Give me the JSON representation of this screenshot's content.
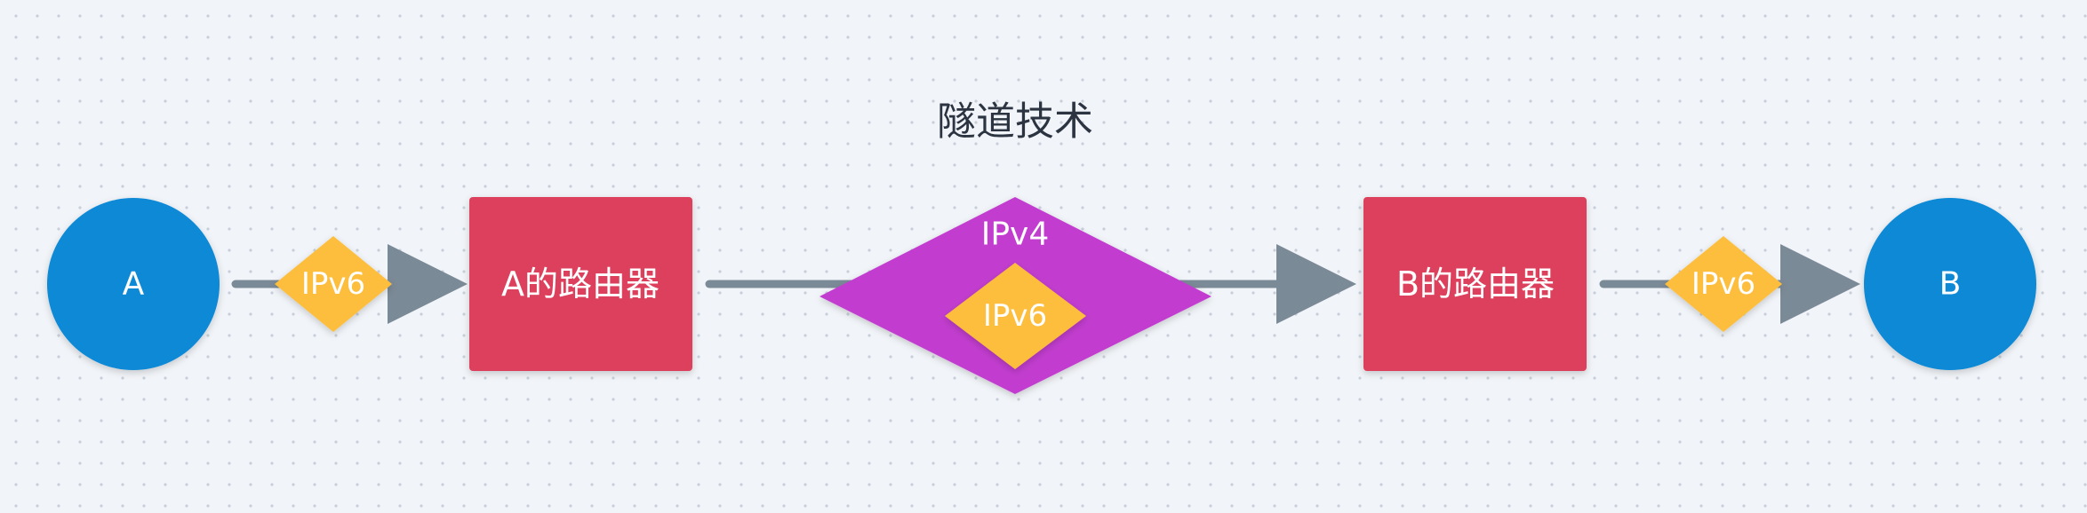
{
  "title": "隧道技术",
  "nodes": {
    "host_a": "A",
    "router_a": "A的路由器",
    "tunnel": "IPv4",
    "tunnel_inner": "IPv6",
    "router_b": "B的路由器",
    "host_b": "B"
  },
  "edge_labels": {
    "left": "IPv6",
    "right": "IPv6"
  },
  "colors": {
    "host": "#0a89d6",
    "router": "#dc405c",
    "tunnel": "#c23ccf",
    "packet": "#fdbd3c",
    "edge": "#7b8a97"
  }
}
